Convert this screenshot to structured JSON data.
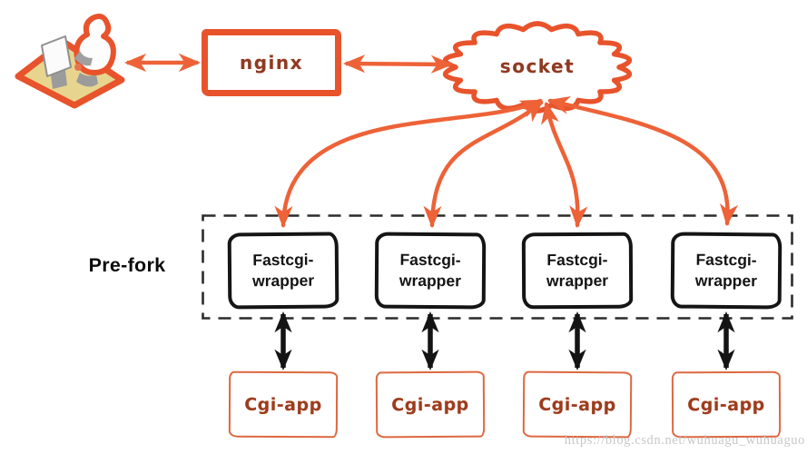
{
  "nodes": {
    "client_icon": "users-at-computer",
    "nginx": {
      "label": "nginx"
    },
    "socket": {
      "label": "socket"
    },
    "prefork": {
      "label": "Pre-fork"
    },
    "wrappers": [
      {
        "line1": "Fastcgi-",
        "line2": "wrapper"
      },
      {
        "line1": "Fastcgi-",
        "line2": "wrapper"
      },
      {
        "line1": "Fastcgi-",
        "line2": "wrapper"
      },
      {
        "line1": "Fastcgi-",
        "line2": "wrapper"
      }
    ],
    "cgi_apps": [
      {
        "label": "Cgi-app"
      },
      {
        "label": "Cgi-app"
      },
      {
        "label": "Cgi-app"
      },
      {
        "label": "Cgi-app"
      }
    ]
  },
  "watermark": "https://blog.csdn.net/wuhuagu_wuhuaguo",
  "colors": {
    "orange_stroke": "#E8532C",
    "arrow_orange": "#EE6238",
    "node_text_maroon": "#8E3A22",
    "cgi_text": "#9C3C1E",
    "black": "#141414",
    "mat_fill": "#E7D58F",
    "watermark_gray": "#C8C8C8",
    "dashed_border": "#2B2B2B"
  }
}
